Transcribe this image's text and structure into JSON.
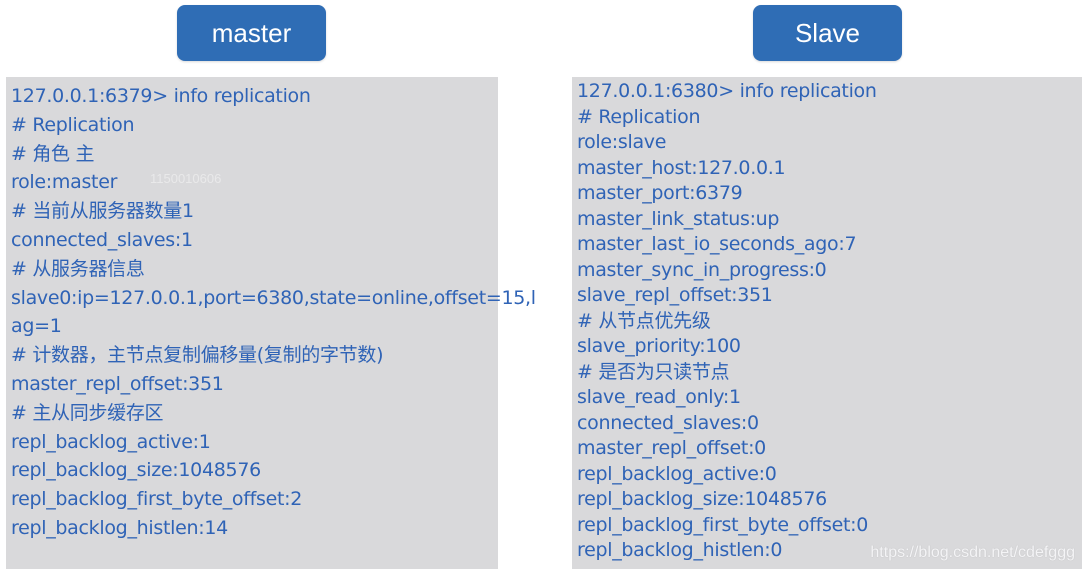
{
  "tabs": {
    "master": "master",
    "slave": "Slave"
  },
  "master_lines": [
    "127.0.0.1:6379> info replication",
    "# Replication",
    "# 角色 主",
    "role:master",
    "# 当前从服务器数量1",
    "connected_slaves:1",
    "# 从服务器信息",
    "slave0:ip=127.0.0.1,port=6380,state=online,offset=15,l",
    "ag=1",
    "# 计数器，主节点复制偏移量(复制的字节数)",
    "master_repl_offset:351",
    "# 主从同步缓存区",
    "repl_backlog_active:1",
    "repl_backlog_size:1048576",
    "repl_backlog_first_byte_offset:2",
    "repl_backlog_histlen:14"
  ],
  "slave_lines": [
    "127.0.0.1:6380> info replication",
    "# Replication",
    "role:slave",
    "master_host:127.0.0.1",
    "master_port:6379",
    "master_link_status:up",
    "master_last_io_seconds_ago:7",
    "master_sync_in_progress:0",
    "slave_repl_offset:351",
    "# 从节点优先级",
    "slave_priority:100",
    "# 是否为只读节点",
    "slave_read_only:1",
    "connected_slaves:0",
    "master_repl_offset:0",
    "repl_backlog_active:0",
    "repl_backlog_size:1048576",
    "repl_backlog_first_byte_offset:0",
    "repl_backlog_histlen:0"
  ],
  "watermark_inner": "1150010606",
  "watermark": "https://blog.csdn.net/cdefggg",
  "colors": {
    "tab_bg": "#2f6db5",
    "panel_bg": "#d9d9db",
    "text": "#2f63b6"
  }
}
